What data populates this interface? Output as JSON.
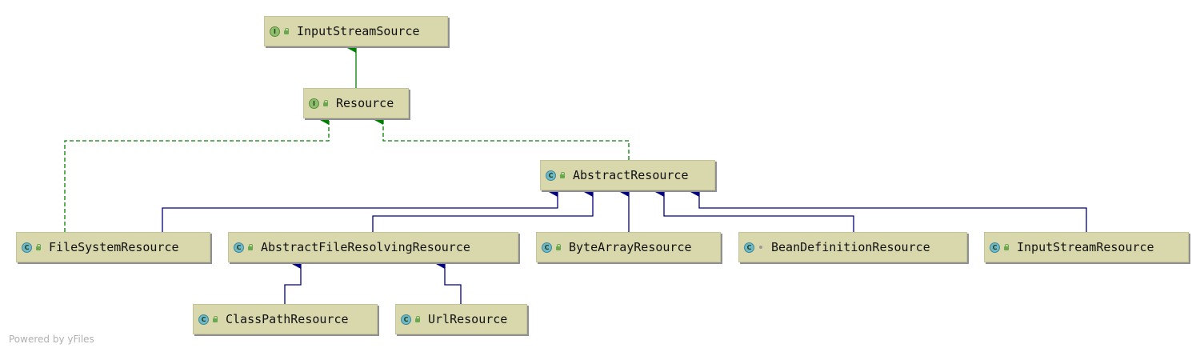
{
  "nodes": [
    {
      "id": "input_stream_source",
      "label": "InputStreamSource",
      "kind": "interface",
      "badge": "I",
      "visibility": "public"
    },
    {
      "id": "resource",
      "label": "Resource",
      "kind": "interface",
      "badge": "I",
      "visibility": "public"
    },
    {
      "id": "abstract_resource",
      "label": "AbstractResource",
      "kind": "class",
      "badge": "C",
      "visibility": "public"
    },
    {
      "id": "file_system_resource",
      "label": "FileSystemResource",
      "kind": "class",
      "badge": "C",
      "visibility": "public"
    },
    {
      "id": "abstract_file_resolving_resource",
      "label": "AbstractFileResolvingResource",
      "kind": "class",
      "badge": "C",
      "visibility": "public"
    },
    {
      "id": "byte_array_resource",
      "label": "ByteArrayResource",
      "kind": "class",
      "badge": "C",
      "visibility": "public"
    },
    {
      "id": "bean_definition_resource",
      "label": "BeanDefinitionResource",
      "kind": "class",
      "badge": "C",
      "visibility": "package"
    },
    {
      "id": "input_stream_resource",
      "label": "InputStreamResource",
      "kind": "class",
      "badge": "C",
      "visibility": "public"
    },
    {
      "id": "class_path_resource",
      "label": "ClassPathResource",
      "kind": "class",
      "badge": "C",
      "visibility": "public"
    },
    {
      "id": "url_resource",
      "label": "UrlResource",
      "kind": "class",
      "badge": "C",
      "visibility": "public"
    }
  ],
  "edges": [
    {
      "from": "resource",
      "to": "input_stream_source",
      "type": "interface-extends"
    },
    {
      "from": "file_system_resource",
      "to": "resource",
      "type": "implements"
    },
    {
      "from": "abstract_resource",
      "to": "resource",
      "type": "implements"
    },
    {
      "from": "file_system_resource",
      "to": "abstract_resource",
      "type": "extends"
    },
    {
      "from": "abstract_file_resolving_resource",
      "to": "abstract_resource",
      "type": "extends"
    },
    {
      "from": "byte_array_resource",
      "to": "abstract_resource",
      "type": "extends"
    },
    {
      "from": "bean_definition_resource",
      "to": "abstract_resource",
      "type": "extends"
    },
    {
      "from": "input_stream_resource",
      "to": "abstract_resource",
      "type": "extends"
    },
    {
      "from": "class_path_resource",
      "to": "abstract_file_resolving_resource",
      "type": "extends"
    },
    {
      "from": "url_resource",
      "to": "abstract_file_resolving_resource",
      "type": "extends"
    }
  ],
  "colors": {
    "node_fill": "#d9d8ad",
    "interface_edge": "#008000",
    "extends_edge": "#000080"
  },
  "footer": {
    "credit": "Powered by yFiles"
  }
}
